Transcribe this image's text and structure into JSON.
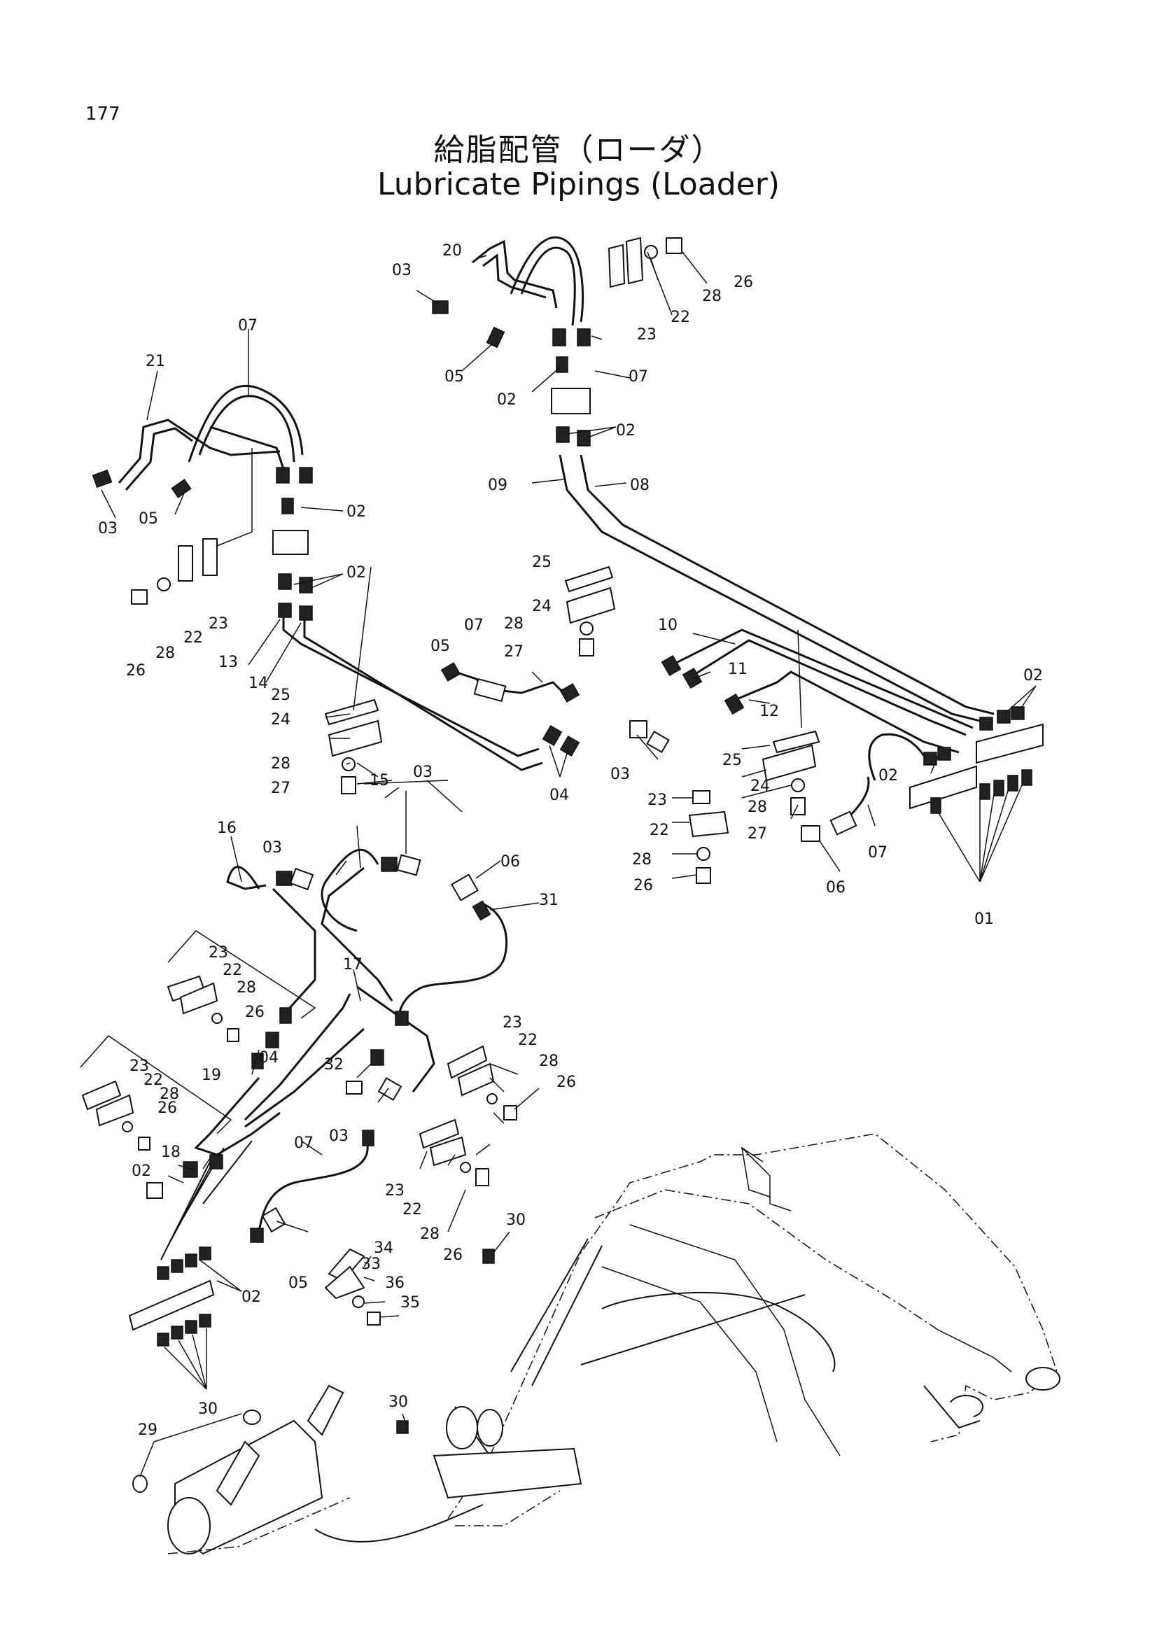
{
  "page_number": "177",
  "title_jp": "給脂配管（ローダ）",
  "title_en": "Lubricate Pipings (Loader)",
  "callouts": [
    "01",
    "02",
    "03",
    "04",
    "05",
    "06",
    "07",
    "08",
    "09",
    "10",
    "11",
    "12",
    "13",
    "14",
    "15",
    "16",
    "17",
    "18",
    "19",
    "20",
    "21",
    "22",
    "23",
    "24",
    "25",
    "26",
    "27",
    "28",
    "29",
    "30",
    "31",
    "32",
    "33",
    "34",
    "35",
    "36"
  ]
}
